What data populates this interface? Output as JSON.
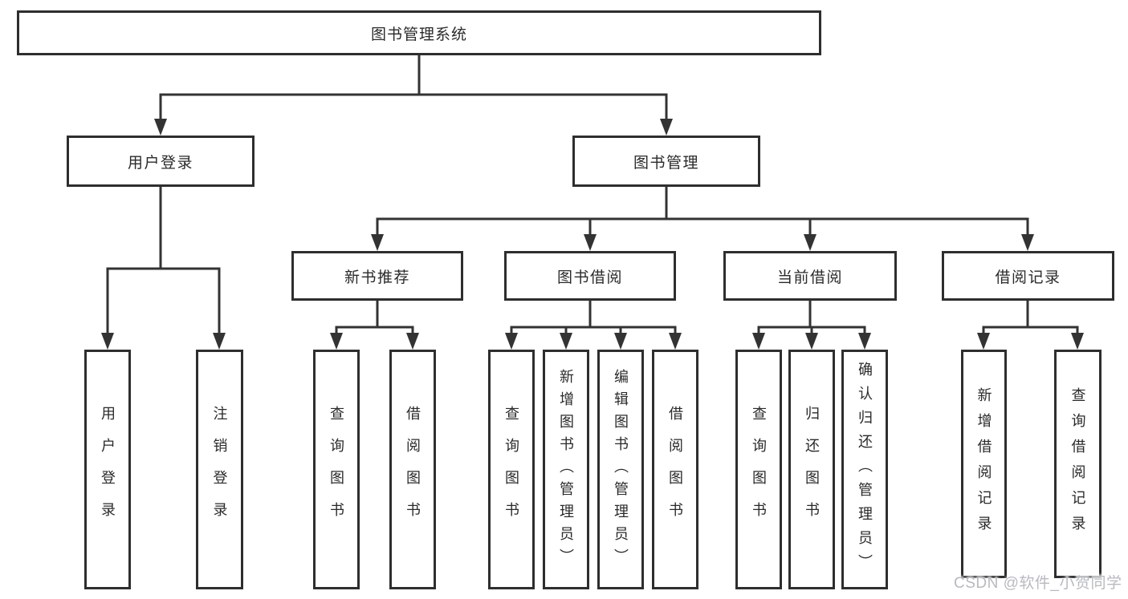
{
  "diagram": {
    "title": "图书管理系统",
    "root": {
      "label": "图书管理系统"
    },
    "level2": [
      {
        "label": "用户登录"
      },
      {
        "label": "图书管理"
      }
    ],
    "level3": [
      {
        "label": "新书推荐"
      },
      {
        "label": "图书借阅"
      },
      {
        "label": "当前借阅"
      },
      {
        "label": "借阅记录"
      }
    ],
    "leaves": {
      "user_login": [
        {
          "label": "用户登录"
        },
        {
          "label": "注销登录"
        }
      ],
      "new_book_recommend": [
        {
          "label": "查询图书"
        },
        {
          "label": "借阅图书"
        }
      ],
      "book_borrow": [
        {
          "label": "查询图书"
        },
        {
          "label": "新增图书（管理员）"
        },
        {
          "label": "编辑图书（管理员）"
        },
        {
          "label": "借阅图书"
        }
      ],
      "current_borrow": [
        {
          "label": "查询图书"
        },
        {
          "label": "归还图书"
        },
        {
          "label": "确认归还（管理员）"
        }
      ],
      "borrow_records": [
        {
          "label": "新增借阅记录"
        },
        {
          "label": "查询借阅记录"
        }
      ]
    }
  },
  "watermark": {
    "text": "CSDN @软件_小贺同学"
  },
  "colors": {
    "box_border": "#2e2e2e",
    "connector_line": "#333333",
    "text": "#2a2a2a",
    "background": "#ffffff",
    "watermark": "#b7babf"
  }
}
